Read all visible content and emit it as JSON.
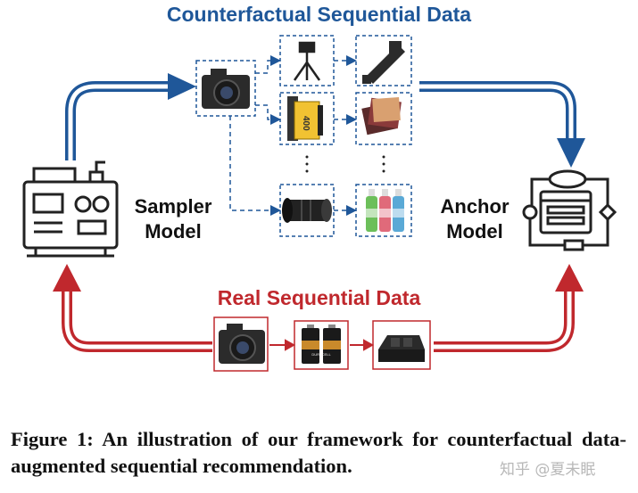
{
  "figure": {
    "counterfactual_title": "Counterfactual Sequential Data",
    "real_title": "Real Sequential Data",
    "sampler_label_line1": "Sampler",
    "sampler_label_line2": "Model",
    "anchor_label_line1": "Anchor",
    "anchor_label_line2": "Model",
    "film_text": "400",
    "battery_text": "DURACELL",
    "colors": {
      "blue": "#1f5799",
      "red": "#c0282d",
      "dark": "#222222"
    },
    "items": {
      "counterfactual_column1": [
        "camera-icon"
      ],
      "counterfactual_column2": [
        "tripod-icon",
        "film-roll-icon",
        "camera-lens-icon"
      ],
      "counterfactual_column3": [
        "camera-mount-icon",
        "photo-prints-icon",
        "cleaning-spray-icon"
      ],
      "real_sequence": [
        "camera-icon",
        "battery-icon",
        "battery-charger-icon"
      ]
    }
  },
  "caption": {
    "text": "Figure 1: An illustration of our framework for counterfactual data-augmented sequential recommendation."
  },
  "watermark": {
    "text": "知乎 @夏未眠"
  }
}
